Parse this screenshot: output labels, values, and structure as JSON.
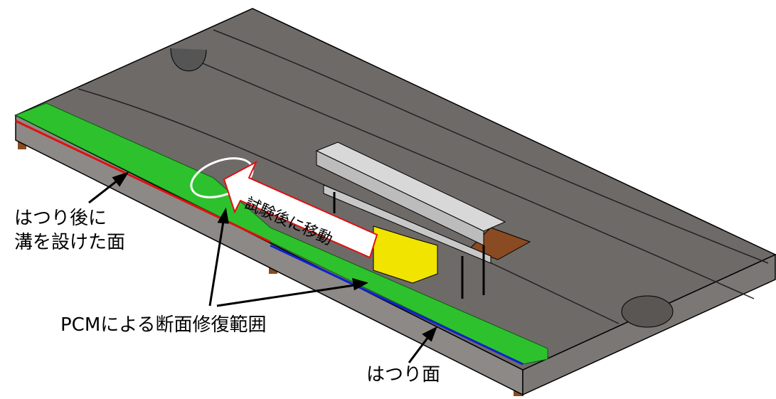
{
  "labels": {
    "groove_surface_line1": "はつり後に",
    "groove_surface_line2": "溝を設けた面",
    "pcm_repair_range": "PCMによる断面修復範囲",
    "chipped_surface": "はつり面",
    "moved_after_test": "試験後に移動"
  },
  "colors": {
    "concrete": "#6e6a68",
    "repair": "#2ec12e",
    "red_edge": "#e01010",
    "blue_edge": "#1020d0",
    "yellow_block": "#f0e400",
    "wood": "#8a4a22"
  }
}
